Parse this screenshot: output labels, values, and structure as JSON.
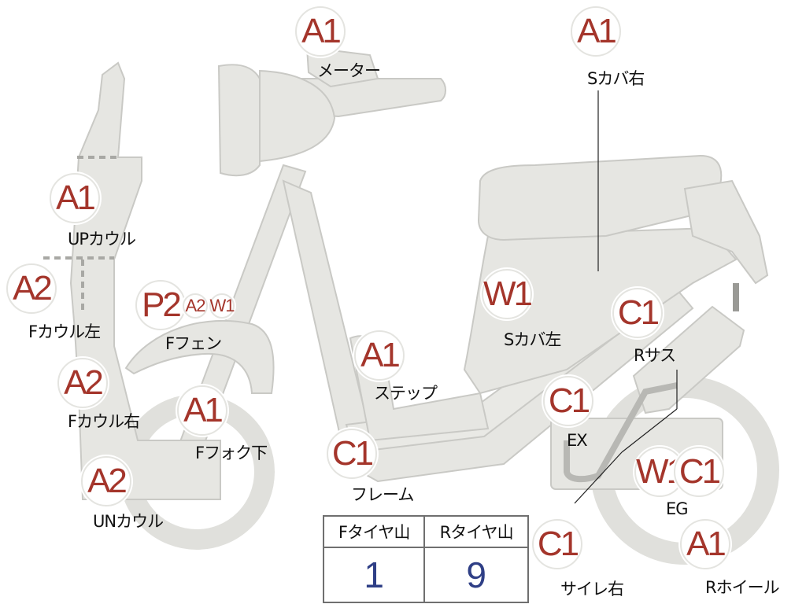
{
  "badges": {
    "meter": "A1",
    "s_cover_right": "A1",
    "up_cowl": "A1",
    "f_cowl_left": "A2",
    "f_fender_p": "P2",
    "f_fender_a": "A2",
    "f_fender_w": "W1",
    "s_cover_left": "W1",
    "step": "A1",
    "r_susp": "C1",
    "f_cowl_right": "A2",
    "f_fork_lower": "A1",
    "ex": "C1",
    "frame": "C1",
    "un_cowl": "A2",
    "eg_w": "W1",
    "eg_c": "C1",
    "silencer_right": "C1",
    "r_wheel": "A1"
  },
  "labels": {
    "meter": "メーター",
    "s_cover_right": "Sカバ右",
    "up_cowl": "UPカウル",
    "f_cowl_left": "Fカウル左",
    "f_fender": "Fフェン",
    "s_cover_left": "Sカバ左",
    "step": "ステップ",
    "r_susp": "Rサス",
    "f_cowl_right": "Fカウル右",
    "f_fork_lower": "Fフォク下",
    "ex": "EX",
    "frame": "フレーム",
    "un_cowl": "UNカウル",
    "eg": "EG",
    "silencer_right": "サイレ右",
    "r_wheel": "Rホイール"
  },
  "tire_table": {
    "headers": [
      "Fタイヤ山",
      "Rタイヤ山"
    ],
    "values": [
      "1",
      "9"
    ]
  },
  "colors": {
    "part_fill": "#e6e6e2",
    "part_stroke": "#c9c9c5",
    "grade_text": "#a4352b",
    "tire_value": "#2f3f86"
  }
}
